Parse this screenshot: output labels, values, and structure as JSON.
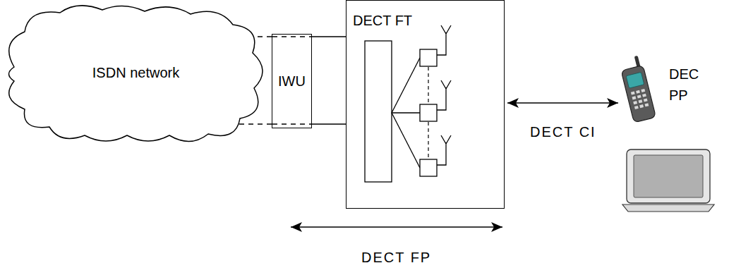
{
  "diagram": {
    "nodes": [
      {
        "text": [
          "ISDN network"
        ]
      },
      {
        "text": [
          "IWU"
        ]
      },
      {
        "text": [
          "DECT FT"
        ]
      },
      {
        "text": [
          "DEC PP"
        ]
      }
    ],
    "edges": [
      {
        "from": 0,
        "to": 1,
        "arrow": "none"
      },
      {
        "from": 1,
        "to": 2,
        "arrow": "none"
      },
      {
        "from": 2,
        "to": 3,
        "label": "DECT CI",
        "arrow": "both"
      }
    ],
    "labels": [
      "DECT FP"
    ]
  }
}
